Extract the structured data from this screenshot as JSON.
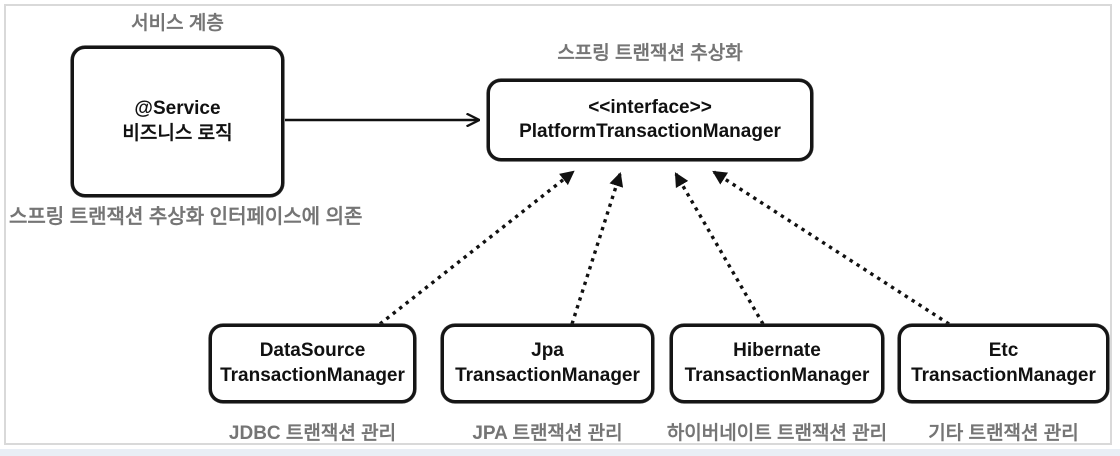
{
  "diagram": {
    "service_layer": {
      "title": "서비스 계층",
      "box": {
        "line1": "@Service",
        "line2": "비즈니스 로직"
      },
      "dependency_note": "스프링 트랜잭션 추상화 인터페이스에 의존"
    },
    "abstraction": {
      "title": "스프링 트랜잭션 추상화",
      "box": {
        "stereotype": "<<interface>>",
        "name": "PlatformTransactionManager"
      }
    },
    "implementations": [
      {
        "line1": "DataSource",
        "line2": "TransactionManager",
        "caption": "JDBC 트랜잭션 관리"
      },
      {
        "line1": "Jpa",
        "line2": "TransactionManager",
        "caption": "JPA 트랜잭션 관리"
      },
      {
        "line1": "Hibernate",
        "line2": "TransactionManager",
        "caption": "하이버네이트 트랜잭션 관리"
      },
      {
        "line1": "Etc",
        "line2": "TransactionManager",
        "caption": "기타 트랜잭션 관리"
      }
    ],
    "colors": {
      "label_gray": "#757575",
      "box_border": "#151515",
      "text_black": "#111111",
      "frame_border": "#d9d9d9",
      "arrow_black": "#111111"
    }
  }
}
